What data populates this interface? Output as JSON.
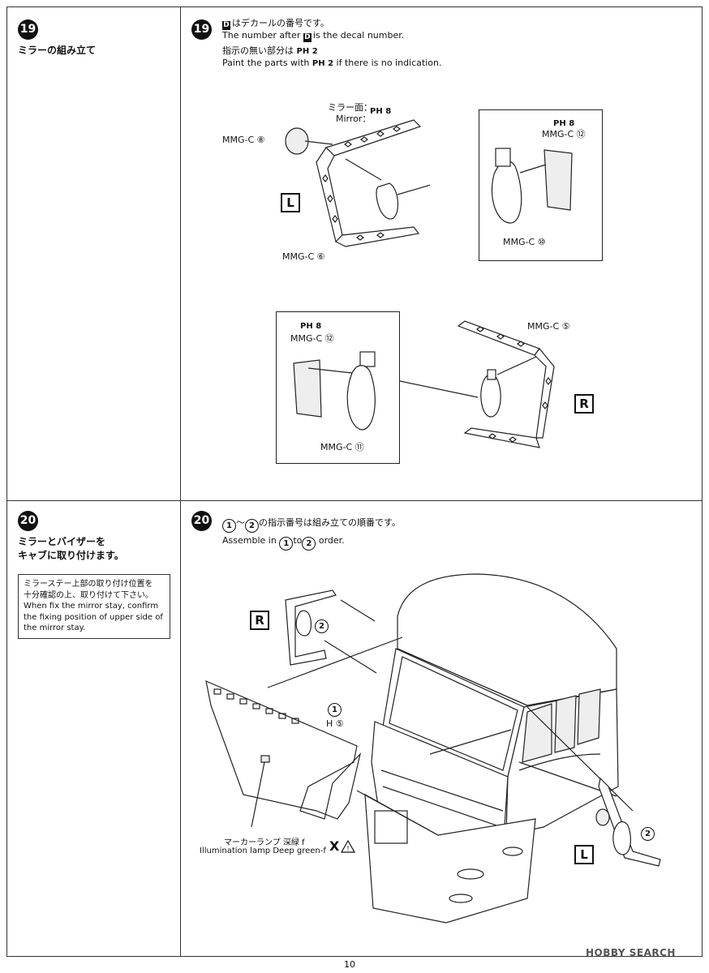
{
  "step19": {
    "number": "19",
    "title_jp": "ミラーの組み立て",
    "note_jp_1": "はデカールの番号です。",
    "note_en_1": "The number after",
    "note_en_1b": "is the decal number.",
    "decal_letter": "D",
    "note_jp_2": "指示の無い部分は",
    "note_jp_2_code": "H 2",
    "note_en_2": "Paint the parts with",
    "note_en_2b": "if there is no indication.",
    "mirror_face_jp": "ミラー面：",
    "mirror_face_en": "Mirror：",
    "mirror_face_code": "H 8",
    "part_mmgc8": "MMG-C ⑧",
    "part_mmgc6": "MMG-C ⑥",
    "part_mmgc12_top": "MMG-C ⑫",
    "part_mmgc10": "MMG-C ⑩",
    "part_mmgc12_bottom": "MMG-C ⑫",
    "part_mmgc11": "MMG-C ⑪",
    "part_mmgc5": "MMG-C ⑤",
    "ph8_a": "H 8",
    "ph8_b": "H 8",
    "side_left": "L",
    "side_right": "R"
  },
  "step20": {
    "number": "20",
    "title_jp_1": "ミラーとバイザーを",
    "title_jp_2": "キャブに取り付けます。",
    "box_jp_1": "ミラーステー上部の取り付け位置を",
    "box_jp_2": "十分確認の上、取り付けて下さい。",
    "box_en_1": "When fix the mirror stay, confirm",
    "box_en_2": "the fixing position of upper side of",
    "box_en_3": "the mirror stay.",
    "order_jp": "の指示番号は組み立ての順番です。",
    "order_en_a": "Assemble in",
    "order_en_b": "to",
    "order_en_c": "order.",
    "step_a": "1",
    "step_b": "2",
    "tilde": "〜",
    "part_h5_step": "1",
    "part_h5": "H ⑤",
    "lamp_jp": "マーカーランプ 深緑 f",
    "lamp_en": "Illumination lamp Deep green-f",
    "lamp_code": "X",
    "side_r": "R",
    "side_l": "L",
    "mirror_step_r": "2",
    "mirror_step_l": "2"
  },
  "footer": {
    "page": "10",
    "watermark": "HOBBY SEARCH"
  }
}
